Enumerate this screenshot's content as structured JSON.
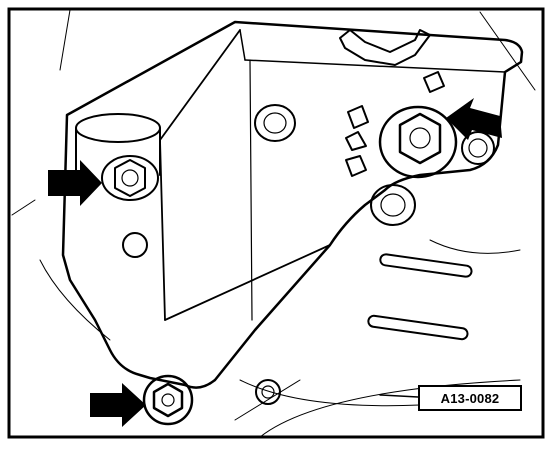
{
  "figure": {
    "reference_code": "A13-0082",
    "arrow_count": 3,
    "line_color": "#000000",
    "background_color": "#ffffff",
    "icons": [
      "arrow-right-icon",
      "arrow-left-icon",
      "hex-bolt-icon",
      "bracket-plate"
    ]
  }
}
